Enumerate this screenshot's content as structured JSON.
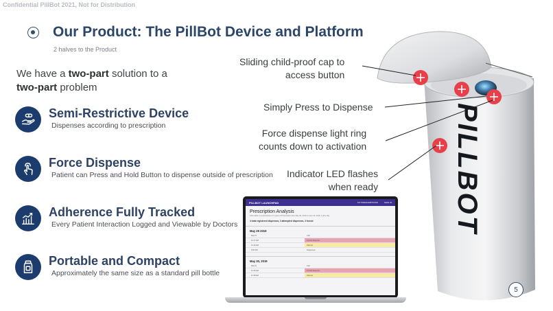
{
  "header": {
    "confidential": "Confidential PillBot 2021, Not for Distribution",
    "title": "Our Product: The PillBot Device and Platform",
    "subtitle": "2 halves to the Product"
  },
  "intro": {
    "part1": "We have a ",
    "bold1": "two-part",
    "part2": " solution to a",
    "bold2": "two-part",
    "part3": " problem"
  },
  "features": [
    {
      "title": "Semi-Restrictive Device",
      "description": "Dispenses according to prescription",
      "icon": "hand-pill-icon"
    },
    {
      "title": "Force Dispense",
      "description": "Patient can Press and Hold Button to dispense outside of prescription",
      "icon": "touch-finger-icon"
    },
    {
      "title": "Adherence Fully Tracked",
      "description": "Every Patient Interaction Logged and Viewable by Doctors",
      "icon": "chart-trend-icon"
    },
    {
      "title": "Portable and Compact",
      "description": "Approximately the same size as a standard pill bottle",
      "icon": "pill-bottle-icon"
    }
  ],
  "callouts": {
    "cap_line1": "Sliding child-proof cap to",
    "cap_line2": "access button",
    "press": "Simply Press to Dispense",
    "ring_line1": "Force dispense light ring",
    "ring_line2": "counts down to activation",
    "led_line1": "Indicator LED flashes",
    "led_line2": "when ready"
  },
  "device": {
    "label": "PILLBOT"
  },
  "laptop_app": {
    "app_name": "PILLBOT LAUNCHPAD",
    "action1": "MY PRESCRIPTIONS",
    "action2": "SIGN IN",
    "title": "Prescription Analysis",
    "subtitle": "Information on prescription of 7 types of Prescription from May 29, 2019 to June 19, 2019, 1 pill a day",
    "summary": "4 total registered dispenses, 3 attempted dispenses, 3 forced",
    "day1": {
      "heading": "May 29 2019",
      "rows": [
        {
          "time": "Row N",
          "status": "Cell",
          "color": "none"
        },
        {
          "time": "11:17 AM",
          "status": "Forced dispense",
          "color": "pink"
        },
        {
          "time": "11:19 AM",
          "status": "Attempt",
          "color": "yellow"
        },
        {
          "time": "9:00 PM",
          "status": "Dispensed",
          "color": "none"
        }
      ]
    },
    "day2": {
      "heading": "May 30, 2019",
      "rows": [
        {
          "time": "Row N",
          "status": "Cell",
          "color": "none"
        },
        {
          "time": "11:15 AM",
          "status": "Forced dispense",
          "color": "pink"
        },
        {
          "time": "11:18 AM",
          "status": "Attempt",
          "color": "yellow"
        }
      ]
    }
  },
  "page_number": "5",
  "colors": {
    "navy": "#1d3c6e",
    "title": "#2b4668",
    "hotspot": "#e8404b",
    "app_bar": "#3c2f8f"
  }
}
